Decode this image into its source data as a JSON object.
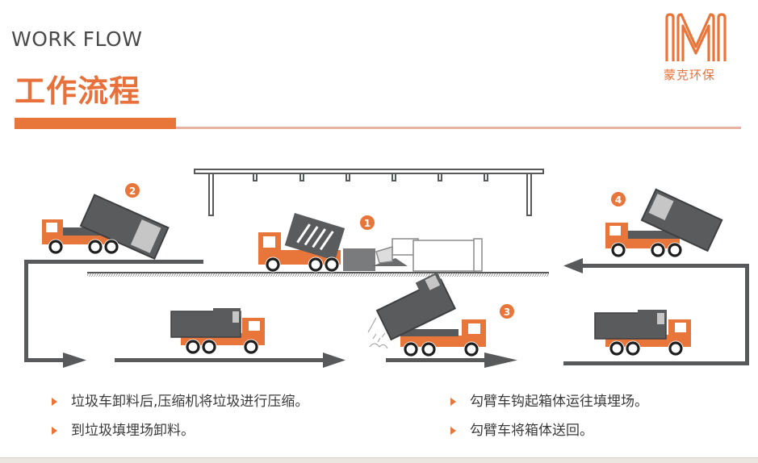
{
  "header": {
    "title_en": "WORK FLOW",
    "title_cn": "工作流程"
  },
  "logo": {
    "mark": "M",
    "brand_name": "蒙克环保"
  },
  "colors": {
    "accent": "#e8753a",
    "truck_body": "#5a5b5d",
    "arrow": "#58595b",
    "text": "#3b3b3b",
    "title_gray": "#4a4a4a"
  },
  "steps": [
    {
      "number": "1",
      "description": "compactor loading"
    },
    {
      "number": "2",
      "description": "truck dumping"
    },
    {
      "number": "3",
      "description": "unloading at landfill"
    },
    {
      "number": "4",
      "description": "returning container"
    }
  ],
  "bullets_left": [
    "垃圾车卸料后,压缩机将垃圾进行压缩。",
    "到垃圾填埋场卸料。"
  ],
  "bullets_right": [
    "勾臂车钩起箱体运往填埋场。",
    "勾臂车将箱体送回。"
  ]
}
